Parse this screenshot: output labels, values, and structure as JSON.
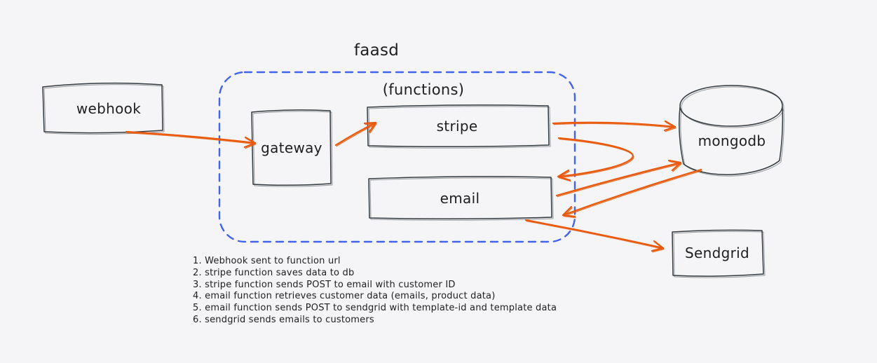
{
  "diagram": {
    "title": "faasd",
    "functions_group_label": "(functions)",
    "nodes": {
      "webhook": {
        "label": "webhook"
      },
      "gateway": {
        "label": "gateway"
      },
      "stripe": {
        "label": "stripe"
      },
      "email": {
        "label": "email"
      },
      "mongodb": {
        "label": "mongodb"
      },
      "sendgrid": {
        "label": "Sendgrid"
      }
    },
    "edges": [
      "webhook -> gateway",
      "gateway -> stripe",
      "stripe -> mongodb",
      "stripe -> email",
      "email -> mongodb",
      "mongodb -> email",
      "email -> sendgrid"
    ],
    "steps": [
      "1. Webhook sent to function url",
      "2. stripe function saves data to db",
      "3. stripe function sends POST to email with customer ID",
      "4. email function retrieves customer data (emails, product data)",
      "5. email function sends POST to sendgrid with template-id and template data",
      "6. sendgrid sends emails to customers"
    ],
    "colors": {
      "arrow": "#e8590c",
      "container": "#4263eb",
      "stroke": "#343a40",
      "background": "#f5f5f7",
      "text": "#1e1e1e"
    }
  }
}
